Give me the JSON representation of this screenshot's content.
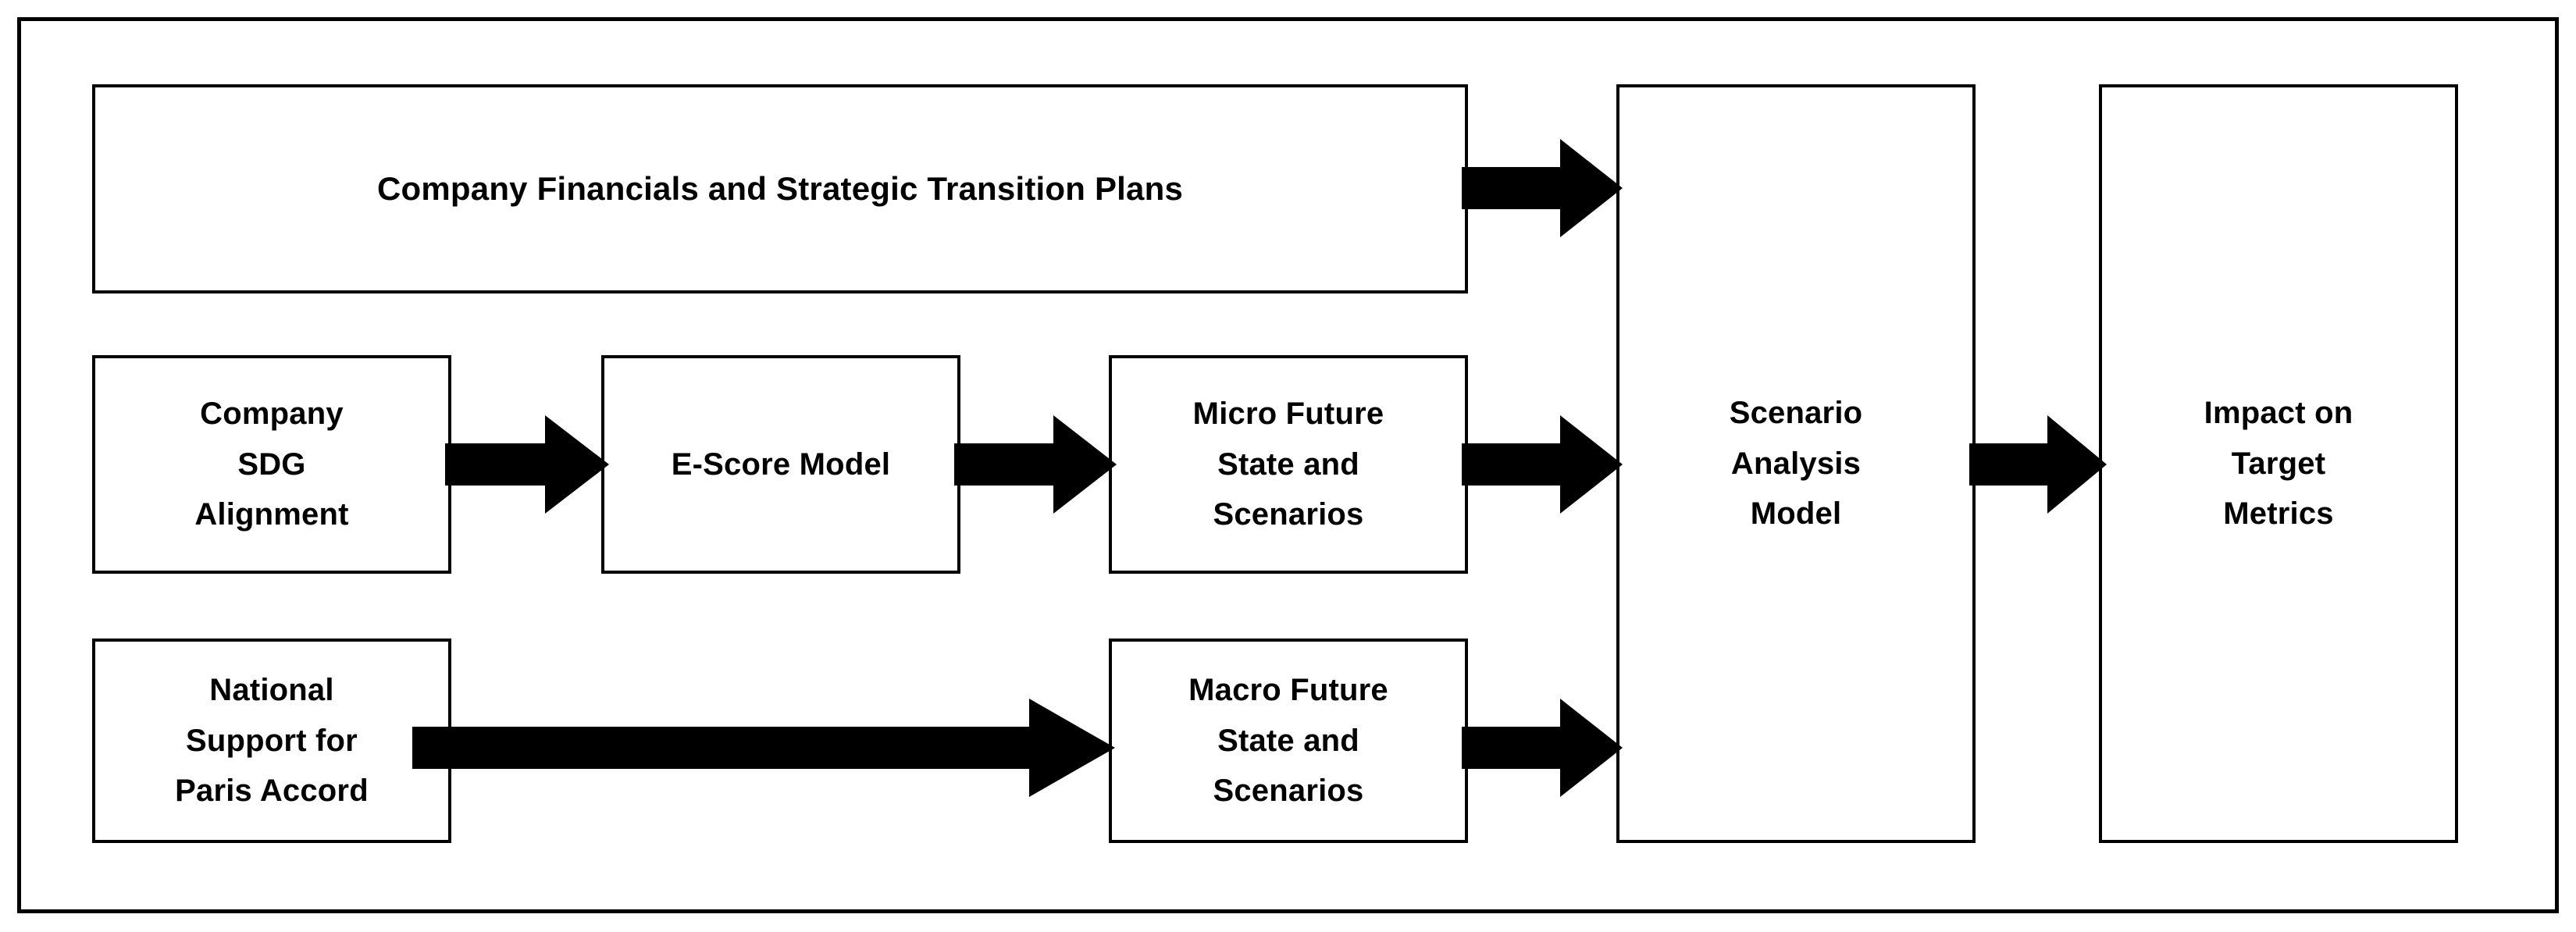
{
  "diagram": {
    "title_present": false,
    "colors": {
      "stroke": "#000000",
      "fill": "#FFFFFF",
      "arrow": "#000000"
    },
    "nodes": [
      {
        "id": "financials",
        "label": "Company Financials and Strategic Transition Plans"
      },
      {
        "id": "sdg",
        "label": "Company\nSDG\nAlignment"
      },
      {
        "id": "escore",
        "label": "E-Score Model"
      },
      {
        "id": "micro",
        "label": "Micro Future\nState and\nScenarios"
      },
      {
        "id": "national",
        "label": "National\nSupport for\nParis Accord"
      },
      {
        "id": "macro",
        "label": "Macro Future\nState and\nScenarios"
      },
      {
        "id": "scenario",
        "label": "Scenario\nAnalysis\nModel"
      },
      {
        "id": "impact",
        "label": "Impact on\nTarget\nMetrics"
      }
    ],
    "edges": [
      {
        "id": "financials-to-scenario",
        "from": "financials",
        "to": "scenario",
        "style": "block-arrow",
        "direction": "right"
      },
      {
        "id": "sdg-to-escore",
        "from": "sdg",
        "to": "escore",
        "style": "block-arrow",
        "direction": "right"
      },
      {
        "id": "escore-to-micro",
        "from": "escore",
        "to": "micro",
        "style": "block-arrow",
        "direction": "right"
      },
      {
        "id": "micro-to-scenario",
        "from": "micro",
        "to": "scenario",
        "style": "block-arrow",
        "direction": "right"
      },
      {
        "id": "national-to-macro",
        "from": "national",
        "to": "macro",
        "style": "block-arrow",
        "direction": "right"
      },
      {
        "id": "macro-to-scenario",
        "from": "macro",
        "to": "scenario",
        "style": "block-arrow",
        "direction": "right"
      },
      {
        "id": "scenario-to-impact",
        "from": "scenario",
        "to": "impact",
        "style": "block-arrow",
        "direction": "right"
      }
    ]
  }
}
